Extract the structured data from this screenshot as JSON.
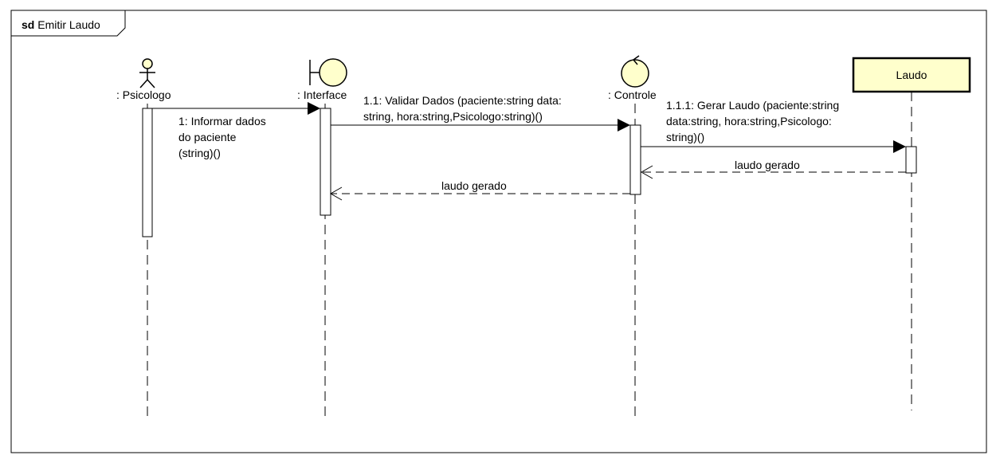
{
  "frame": {
    "keyword": "sd",
    "name": "Emitir Laudo"
  },
  "lifelines": [
    {
      "name": ": Psicologo",
      "kind": "actor"
    },
    {
      "name": ": Interface",
      "kind": "boundary"
    },
    {
      "name": ": Controle",
      "kind": "control"
    },
    {
      "name": "Laudo",
      "kind": "class"
    }
  ],
  "messages": [
    {
      "label": "1: Informar dados\ndo paciente\n(string)()",
      "type": "sync",
      "from": ": Psicologo",
      "to": ": Interface"
    },
    {
      "label": "1.1: Validar Dados (paciente:string data:\nstring, hora:string,Psicologo:string)()",
      "type": "sync",
      "from": ": Interface",
      "to": ": Controle"
    },
    {
      "label": "1.1.1: Gerar Laudo (paciente:string\ndata:string, hora:string,Psicologo:\nstring)()",
      "type": "sync",
      "from": ": Controle",
      "to": "Laudo"
    },
    {
      "label": "laudo gerado",
      "type": "reply",
      "from": "Laudo",
      "to": ": Controle"
    },
    {
      "label": "laudo gerado",
      "type": "reply",
      "from": ": Controle",
      "to": ": Interface"
    }
  ],
  "colors": {
    "class_fill": "#FFFFCC",
    "lifeline_head_fill": "#FFFFCC",
    "stroke": "#000000"
  }
}
